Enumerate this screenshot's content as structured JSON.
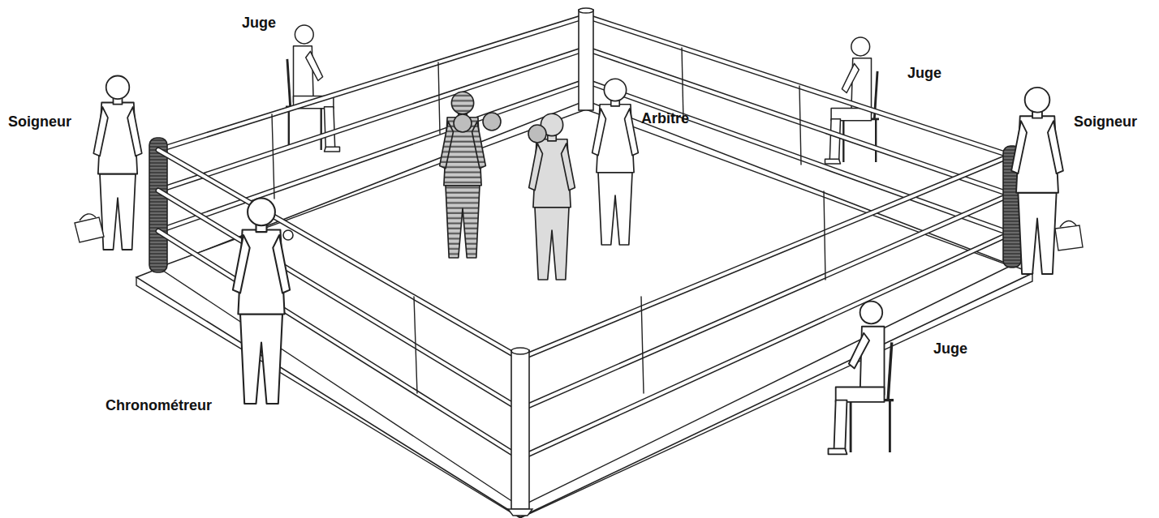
{
  "diagram": {
    "labels": [
      "Juge",
      "Juge",
      "Soigneur",
      "Soigneur",
      "Arbitre",
      "Juge",
      "Chronométreur"
    ]
  }
}
